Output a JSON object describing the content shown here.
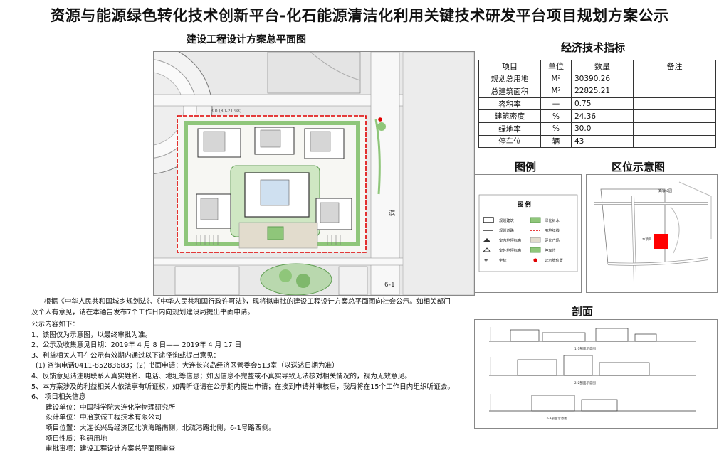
{
  "header": {
    "title": "资源与能源绿色转化技术创新平台-化石能源清洁化利用关键技术研发平台项目规划方案公示",
    "plan_subtitle": "建设工程设计方案总平面图"
  },
  "economics": {
    "title": "经济技术指标",
    "columns": [
      "项目",
      "单位",
      "数量",
      "备注"
    ],
    "rows": [
      {
        "item": "规划总用地",
        "unit": "M²",
        "value": "30390.26",
        "note": ""
      },
      {
        "item": "总建筑面积",
        "unit": "M²",
        "value": "22825.21",
        "note": ""
      },
      {
        "item": "容积率",
        "unit": "—",
        "value": "0.75",
        "note": ""
      },
      {
        "item": "建筑密度",
        "unit": "%",
        "value": "24.36",
        "note": ""
      },
      {
        "item": "绿地率",
        "unit": "%",
        "value": "30.0",
        "note": ""
      },
      {
        "item": "停车位",
        "unit": "辆",
        "value": "43",
        "note": ""
      }
    ]
  },
  "legend": {
    "section_title": "图例",
    "box_title": "图 例",
    "items": [
      {
        "label": "规划建筑",
        "icon": "building-swatch"
      },
      {
        "label": "绿化树木",
        "icon": "tree-swatch"
      },
      {
        "label": "规划道路",
        "icon": "road-swatch"
      },
      {
        "label": "用地红线",
        "icon": "red-line-swatch"
      },
      {
        "label": "室内地坪标高",
        "icon": "indoor-elevation-swatch"
      },
      {
        "label": "硬化广场",
        "icon": "plaza-swatch"
      },
      {
        "label": "室外地坪标高",
        "icon": "outdoor-elevation-swatch"
      },
      {
        "label": "停车位",
        "icon": "parking-swatch"
      },
      {
        "label": "坐标",
        "icon": "coordinate-swatch"
      },
      {
        "label": "公示牌位置",
        "icon": "red-dot"
      }
    ]
  },
  "location": {
    "section_title": "区位示意图",
    "map_label_top": "滨海公园",
    "map_label_site": "本项目"
  },
  "section": {
    "title": "剖面",
    "labels": [
      "1-1剖面示意图",
      "2-2剖面示意图",
      "3-3剖面示意图"
    ]
  },
  "plan": {
    "road_label": "滨",
    "road_label2": "6-1",
    "coord_label": "3.0 (80-21.98)"
  },
  "notice": {
    "intro": "根据《中华人民共和国城乡规划法》、《中华人民共和国行政许可法》，现将拟审批的建设工程设计方案总平面图向社会公示。如相关部门及个人有意见，请在本通告发布7个工作日内向规划建设局提出书面申请。",
    "heading": "公示内容如下：",
    "item1": "1、该图仅为示意图，以最终审批为准。",
    "item2": "2、公示及收集意见日期：2019年  4 月  8 日——  2019年  4 月  17 日",
    "item3": "3、利益相关人可在公示有效期内通过以下途径询或提出意见：",
    "item3a": "(1) 咨询电话0411-85283683；(2) 书面申请：大连长兴岛经济区管委会513室（以送达日期为准）",
    "item4": "4、反馈意见请注明联系人真实姓名、电话、地址等信息；如因信息不完整或不真实导致无法核对相关情况的，视为无效意见。",
    "item5": "5、本方案涉及的利益相关人依法享有听证权，如需听证请在公示期内提出申请；在接到申请并审核后，我局将在15个工作日内组织听证会。",
    "item6": "6、  项目相关信息",
    "info": [
      "建设单位：中国科学院大连化学物理研究所",
      "设计单位：中冶京诚工程技术有限公司",
      "项目位置：大连长兴岛经济区北滨海路南侧，北疏港路北侧，6-1号路西侧。",
      "项目性质：科研用地",
      "审批事项：建设工程设计方案总平面图审查"
    ]
  },
  "colors": {
    "red_line": "#e00000",
    "green": "#8fc67a",
    "dark_green": "#5f9d52",
    "road": "#f4f4f4",
    "site_red": "#ff0000"
  }
}
